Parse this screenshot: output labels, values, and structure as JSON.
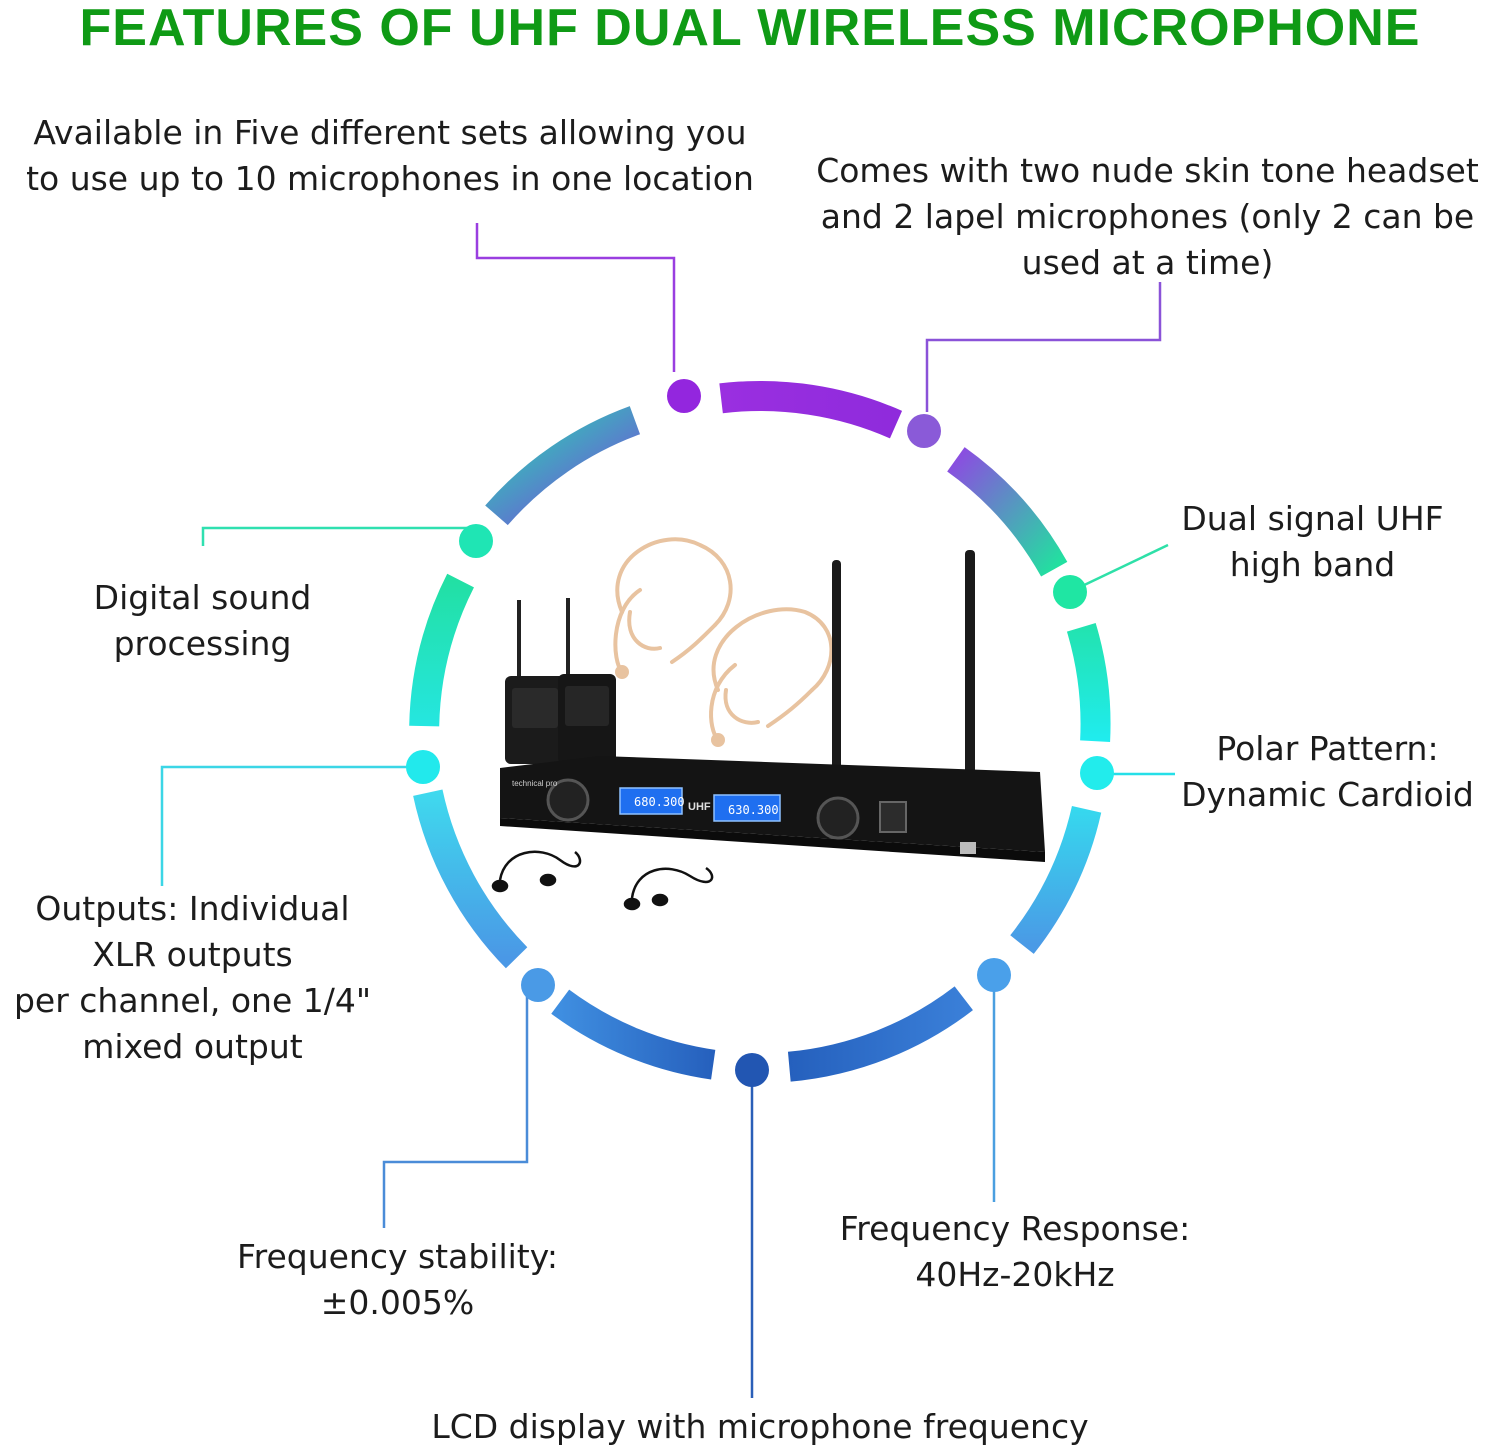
{
  "title": "FEATURES OF UHF DUAL WIRELESS MICROPHONE",
  "colors": {
    "title": "#0f9a15",
    "purple": "#9327df",
    "violet": "#8a5ce0",
    "green": "#1fe5a8",
    "cyan": "#22e9e9",
    "sky": "#46a8e8",
    "blue": "#2a63c0",
    "dark_blue": "#2255b0"
  },
  "device": {
    "display_a": "680.300",
    "display_b": "630.300",
    "band": "UHF",
    "brand": "technical pro"
  },
  "features": [
    {
      "id": "sets",
      "text": "Available in Five different sets allowing you\nto use up to 10 microphones in one location"
    },
    {
      "id": "accessories",
      "text": "Comes with two nude skin tone headset\nand 2 lapel microphones (only 2 can be\nused at a time)"
    },
    {
      "id": "uhf",
      "text": "Dual signal UHF\nhigh band"
    },
    {
      "id": "polar",
      "text": "Polar Pattern:\nDynamic Cardioid"
    },
    {
      "id": "response",
      "text": "Frequency Response:\n40Hz-20kHz"
    },
    {
      "id": "lcd",
      "text": "LCD display with microphone frequency"
    },
    {
      "id": "stability",
      "text": "Frequency stability:\n±0.005%"
    },
    {
      "id": "outputs",
      "text": "Outputs: Individual\nXLR outputs\nper channel, one 1/4\"\nmixed output"
    },
    {
      "id": "dsp",
      "text": "Digital sound\nprocessing"
    }
  ]
}
